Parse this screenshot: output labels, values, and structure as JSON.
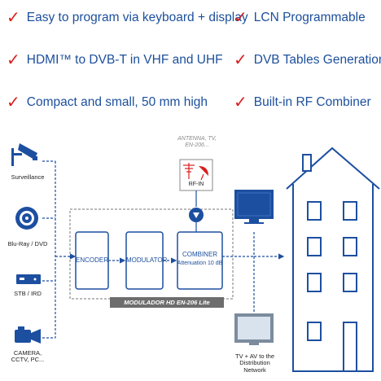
{
  "features": [
    {
      "text": "Easy to program via keyboard + display"
    },
    {
      "text": "HDMI™ to DVB-T in VHF and UHF"
    },
    {
      "text": "Compact and small, 50 mm high"
    },
    {
      "text": "LCN Programmable"
    },
    {
      "text": "DVB Tables Generation"
    },
    {
      "text": "Built-in RF Combiner"
    }
  ],
  "check_glyph": "✓",
  "sources": [
    {
      "label": "Surveillance",
      "icon": "surveillance-camera-icon"
    },
    {
      "label": "Blu-Ray / DVD",
      "icon": "disc-icon"
    },
    {
      "label": "STB / IRD",
      "icon": "set-top-box-icon"
    },
    {
      "label": "CAMERA,\nCCTV, PC...",
      "icon": "video-camera-icon"
    }
  ],
  "blocks": {
    "encoder": "ENCODER",
    "modulator": "MODULATOR",
    "combiner": "COMBINER",
    "attenuation": "Attenuation 10 dB"
  },
  "device_name": "MODULADOR HD EN-206 Lite",
  "antenna_caption": "ANTENNA, TV, EN-206...",
  "rf_in_label": "RF-IN",
  "output_label": "TV + AV to the\nDistribution Network",
  "colors": {
    "text_blue": "#1c4f9c",
    "check_red": "#d81e1e",
    "icon_blue": "#1d4fa0",
    "bar_gray": "#6d6d6d"
  }
}
